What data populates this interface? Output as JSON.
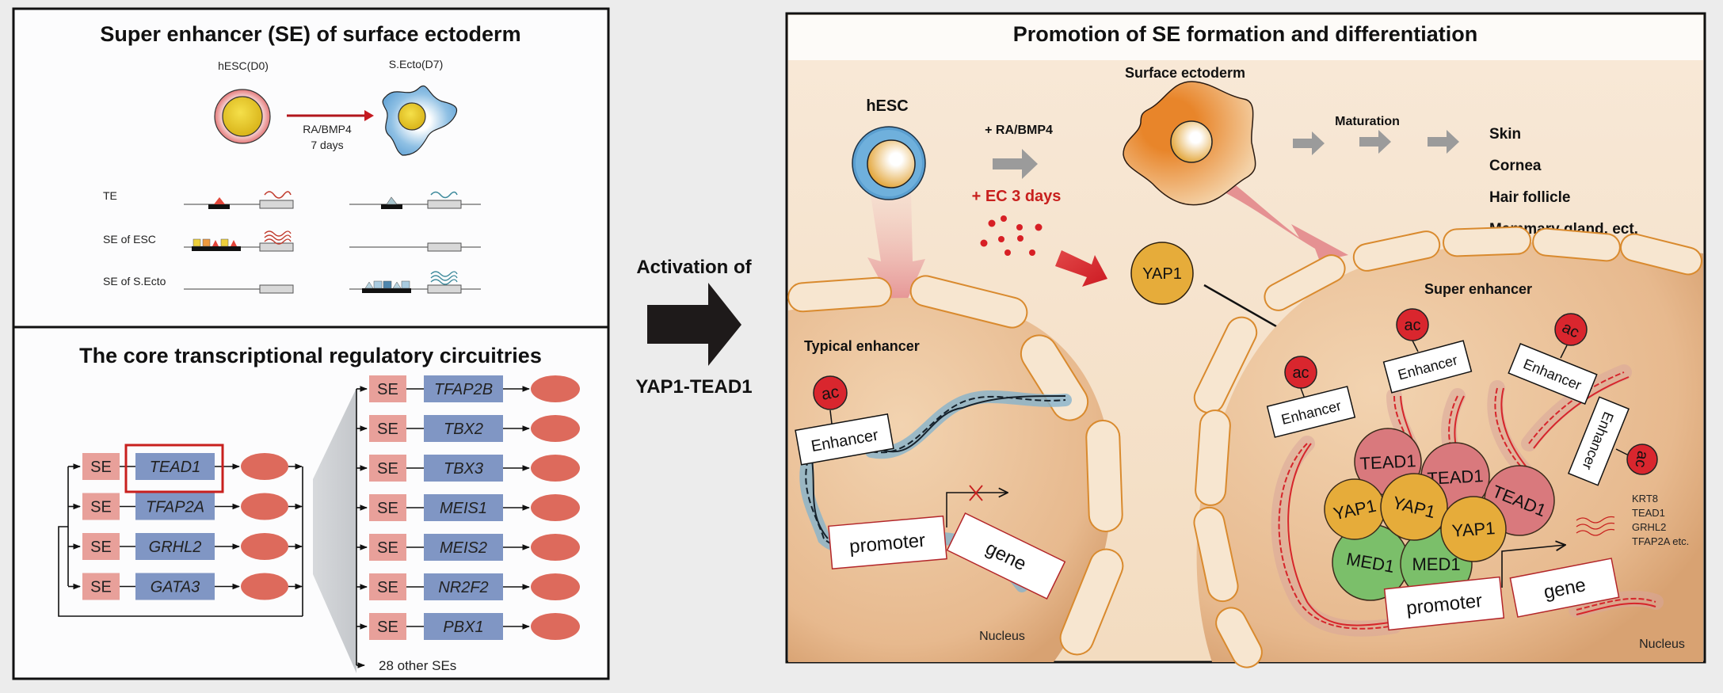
{
  "panel_top_left": {
    "title": "Super enhancer (SE) of surface ectoderm",
    "cell_start_label": "hESC(D0)",
    "cell_end_label": "S.Ecto(D7)",
    "treatment_line1": "RA/BMP4",
    "treatment_line2": "7 days",
    "rows": [
      {
        "label": "TE"
      },
      {
        "label": "SE of ESC"
      },
      {
        "label": "SE of S.Ecto"
      }
    ]
  },
  "panel_bottom_left": {
    "title": "The core transcriptional regulatory circuitries",
    "se_label": "SE",
    "core_genes": [
      "TEAD1",
      "TFAP2A",
      "GRHL2",
      "GATA3"
    ],
    "highlighted_gene": "TEAD1",
    "target_genes": [
      "TFAP2B",
      "TBX2",
      "TBX3",
      "MEIS1",
      "MEIS2",
      "NR2F2",
      "PBX1"
    ],
    "other_label": "28 other SEs"
  },
  "middle": {
    "line1": "Activation of",
    "line2": "YAP1-TEAD1"
  },
  "panel_right": {
    "title": "Promotion of SE formation and differentiation",
    "hesc_label": "hESC",
    "ra_label": "+ RA/BMP4",
    "ec_label": "+ EC 3 days",
    "surface_label": "Surface ectoderm",
    "maturation_label": "Maturation",
    "fates": [
      "Skin",
      "Cornea",
      "Hair follicle",
      "Mammary gland, ect."
    ],
    "yap1_label": "YAP1",
    "typical_label": "Typical enhancer",
    "super_label": "Super enhancer",
    "ac_label": "ac",
    "enhancer_label": "Enhancer",
    "promoter_label": "promoter",
    "gene_label": "gene",
    "nucleus_label": "Nucleus",
    "tead_label": "TEAD1",
    "med_label": "MED1",
    "expressed_genes": [
      "KRT8",
      "TEAD1",
      "GRHL2",
      "TFAP2A etc."
    ]
  },
  "colors": {
    "se_box": "#e8a09a",
    "gene_box": "#8096c4",
    "protein_ellipse": "#dd6a5c",
    "highlight": "#c8201e",
    "tead": "#d9797d",
    "yap": "#e6ac3a",
    "med": "#7bbf6a",
    "ac": "#d9262e",
    "cell_bg": "#f6e3cc"
  }
}
